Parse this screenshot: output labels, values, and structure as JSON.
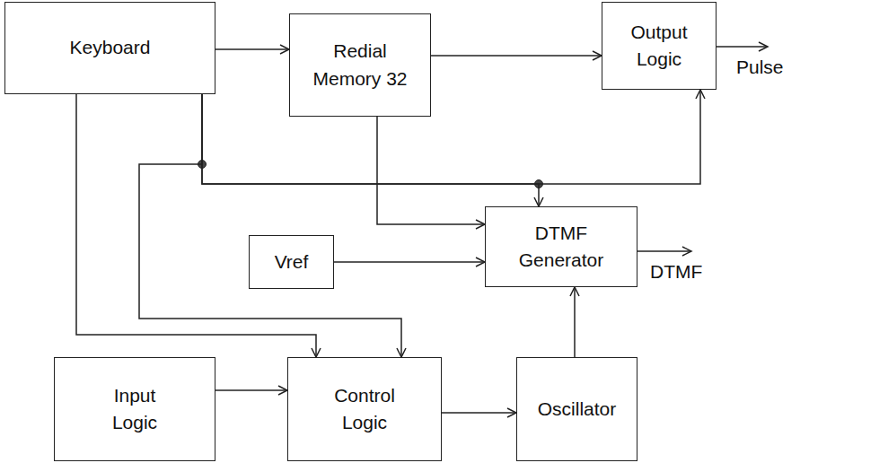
{
  "diagram": {
    "nodes": [
      {
        "text": [
          "Keyboard"
        ]
      },
      {
        "text": [
          "Redial Memory 32"
        ]
      },
      {
        "text": [
          "Output Logic"
        ]
      },
      {
        "text": [
          "Vref"
        ]
      },
      {
        "text": [
          "DTMF Generator"
        ]
      },
      {
        "text": [
          "Input Logic"
        ]
      },
      {
        "text": [
          "Control Logic"
        ]
      },
      {
        "text": [
          "Oscillator"
        ]
      }
    ],
    "edges": [
      {
        "from": 0,
        "to": 1,
        "arrow": "to"
      },
      {
        "from": 1,
        "to": 2,
        "arrow": "to"
      },
      {
        "from": 0,
        "to": 6,
        "arrow": "to"
      },
      {
        "from": 0,
        "to": 6,
        "arrow": "to"
      },
      {
        "from": 0,
        "to": 2,
        "arrow": "to"
      },
      {
        "from": 0,
        "to": 4,
        "arrow": "to"
      },
      {
        "from": 1,
        "to": 4,
        "arrow": "to"
      },
      {
        "from": 3,
        "to": 4,
        "arrow": "to"
      },
      {
        "from": 5,
        "to": 6,
        "arrow": "to"
      },
      {
        "from": 6,
        "to": 7,
        "arrow": "to"
      },
      {
        "from": 7,
        "to": 4,
        "arrow": "to"
      }
    ],
    "labels": [
      "Pulse",
      "DTMF"
    ]
  }
}
